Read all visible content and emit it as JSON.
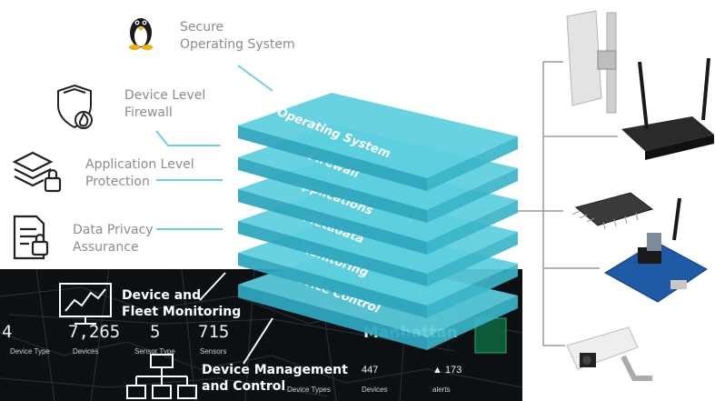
{
  "callouts": {
    "secure_os": [
      "Secure",
      "Operating System"
    ],
    "device_firewall": [
      "Device Level",
      "Firewall"
    ],
    "app_protection": [
      "Application Level",
      "Protection"
    ],
    "data_privacy": [
      "Data Privacy",
      "Assurance"
    ]
  },
  "layers": [
    "Operating System",
    "Firewall",
    "Applications",
    "Metadata",
    "Monitoring",
    "Device Control"
  ],
  "dashboard": {
    "heading_fleet": [
      "Device and",
      "Fleet Monitoring"
    ],
    "heading_mgmt": [
      "Device Management",
      "and Control"
    ],
    "stats": [
      {
        "value": "4",
        "label": "Device Type"
      },
      {
        "value": "7,265",
        "label": "Devices"
      },
      {
        "value": "5",
        "label": "Sensor Type"
      },
      {
        "value": "715",
        "label": "Sensors"
      }
    ],
    "city": "Manhattan",
    "bottom_stats": [
      {
        "value": "447",
        "label": "Devices"
      },
      {
        "value": "▲ 173",
        "label": "alerts"
      }
    ],
    "device_types_label": "Device Types"
  },
  "colors": {
    "layer_face": "#5ccfdf",
    "layer_edge": "#2fa7bd",
    "accent_green": "#1fae6a"
  },
  "icons": [
    "linux-penguin-icon",
    "shield-fire-icon",
    "layers-lock-icon",
    "document-lock-icon",
    "monitor-chart-icon",
    "hierarchy-icon",
    "antenna-panel-icon",
    "wifi-router-icon",
    "chip-icon",
    "circuit-board-icon",
    "security-camera-icon"
  ]
}
